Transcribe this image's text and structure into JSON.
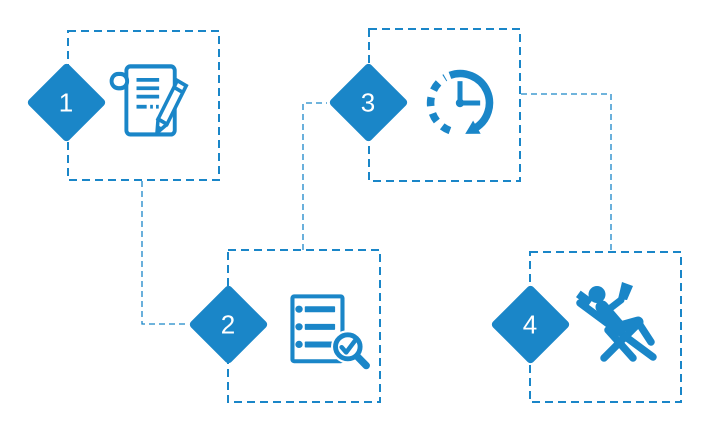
{
  "palette": {
    "blue": "#1a86c8",
    "number_color": "#ffffff",
    "background": "#ffffff"
  },
  "diagram": {
    "type": "process-flow",
    "steps": [
      {
        "number": "1",
        "icon": "document-pencil-icon"
      },
      {
        "number": "2",
        "icon": "checklist-magnifier-icon"
      },
      {
        "number": "3",
        "icon": "history-clock-icon"
      },
      {
        "number": "4",
        "icon": "relaxing-person-icon"
      }
    ],
    "connections": [
      {
        "from": "1",
        "to": "2"
      },
      {
        "from": "2",
        "to": "3"
      },
      {
        "from": "3",
        "to": "4"
      }
    ]
  }
}
